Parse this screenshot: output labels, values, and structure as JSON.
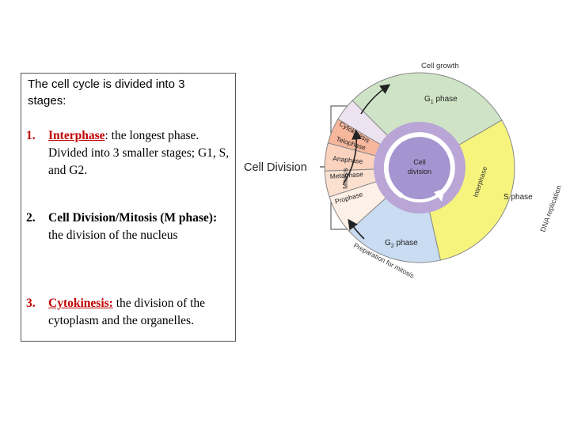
{
  "text_panel": {
    "intro": "The cell cycle is divided into 3 stages:",
    "items": [
      {
        "number": "1.",
        "term": "Interphase",
        "rest": ": the longest phase. Divided into 3 smaller stages; G1, S, and G2."
      },
      {
        "number": "2.",
        "term_bold": "Cell Division/Mitosis (M phase):",
        "rest": " the division of the nucleus"
      },
      {
        "number": "3.",
        "term": "Cytokinesis:",
        "rest": " the division of the cytoplasm and the organelles."
      }
    ]
  },
  "diagram": {
    "cell_division_label": "Cell Division",
    "cell_growth": "Cell growth",
    "g1": {
      "main": "G",
      "sub": "1",
      "tail": " phase"
    },
    "s_phase": "S phase",
    "g2": {
      "main": "G",
      "sub": "2",
      "tail": " phase"
    },
    "dna_replication": "DNA replication",
    "preparation": "Preparation for mitosis",
    "interphase": "Interphase",
    "cytokinesis": "Cytokinesis",
    "telophase": "Telophase",
    "anaphase": "Anaphase",
    "metaphase": "Metaphase",
    "prophase": "Prophase",
    "mitosis": "Mitosis",
    "center_line1": "Cell",
    "center_line2": "division",
    "colors": {
      "g1": "#cfe4c6",
      "s": "#f6f47c",
      "g2": "#c9dcf2",
      "cytokinesis": "#ece2f0",
      "telophase": "#f7b79c",
      "anaphase": "#fad2be",
      "metaphase": "#fbe0d0",
      "prophase": "#fdf0e6",
      "ring": "#b9a6d6",
      "center": "#a494cf"
    }
  }
}
